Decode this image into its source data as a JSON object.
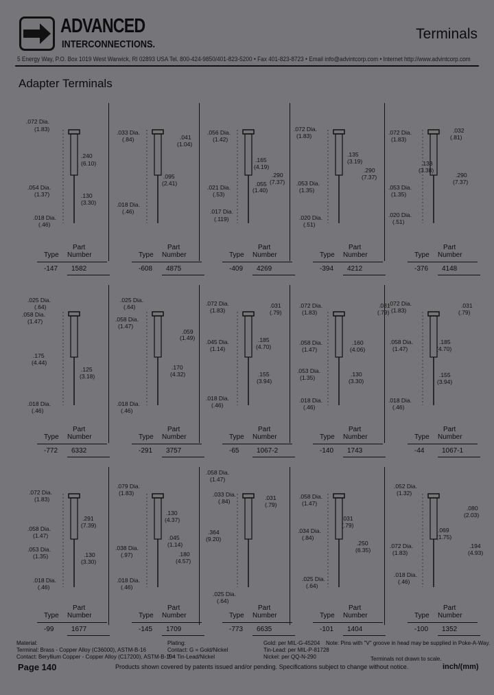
{
  "header": {
    "brand_line1": "ADVANCED",
    "brand_line2": "INTERCONNECTIONS.",
    "title": "Terminals",
    "address": "5 Energy Way, P.O. Box 1019  West Warwick, RI 02893 USA   Tel. 800-424-9850/401-823-5200 • Fax 401-823-8723 • Email info@advintcorp.com • Internet http://www.advintcorp.com"
  },
  "section_title": "Adapter Terminals",
  "table_headers": {
    "type": "Type",
    "part_1": "Part",
    "part_2": "Number"
  },
  "terminals": [
    {
      "type": "-147",
      "part": "1582",
      "labels": [
        ".072 Dia.",
        "(1.83)",
        ".240",
        "(6.10)",
        ".054 Dia.",
        "(1.37)",
        ".130",
        "(3.30)",
        ".018 Dia.",
        "(.46)"
      ]
    },
    {
      "type": "-608",
      "part": "4875",
      "labels": [
        ".033 Dia.",
        "(.84)",
        ".041",
        "(1.04)",
        ".095",
        "(2.41)",
        ".018 Dia.",
        "(.46)"
      ]
    },
    {
      "type": "-409",
      "part": "4269",
      "labels": [
        ".056 Dia.",
        "(1.42)",
        ".165",
        "(4.19)",
        ".290",
        "(7.37)",
        ".021 Dia.",
        "(.53)",
        ".055",
        "(1.40)",
        ".017 Dia.",
        "(.119)"
      ]
    },
    {
      "type": "-394",
      "part": "4212",
      "labels": [
        ".072 Dia.",
        "(1.83)",
        ".135",
        "(3.19)",
        ".290",
        "(7.37)",
        ".053 Dia.",
        "(1.35)",
        ".020 Dia.",
        "(.51)"
      ]
    },
    {
      "type": "-376",
      "part": "4148",
      "labels": [
        ".072 Dia.",
        "(1.83)",
        ".032",
        "(.81)",
        ".133",
        "(3.38)",
        ".290",
        "(7.37)",
        ".053 Dia.",
        "(1.35)",
        ".020 Dia.",
        "(.51)"
      ]
    },
    {
      "type": "-772",
      "part": "6332",
      "labels": [
        ".025 Dia.",
        "(.64)",
        ".058 Dia.",
        "(1.47)",
        ".175",
        "(4.44)",
        ".125",
        "(3.18)",
        ".018 Dia.",
        "(.46)"
      ]
    },
    {
      "type": "-291",
      "part": "3757",
      "labels": [
        ".025 Dia.",
        "(.64)",
        ".058 Dia.",
        "(1.47)",
        ".059",
        "(1.49)",
        ".170",
        "(4.32)",
        ".018 Dia.",
        "(.46)"
      ]
    },
    {
      "type": "-65",
      "part": "1067-2",
      "labels": [
        ".072 Dia.",
        "(1.83)",
        ".031",
        "(.79)",
        ".045 Dia.",
        "(1.14)",
        ".185",
        "(4.70)",
        ".155",
        "(3.94)",
        ".018 Dia.",
        "(.46)"
      ]
    },
    {
      "type": "-140",
      "part": "1743",
      "labels": [
        ".072 Dia.",
        "(1.83)",
        ".031",
        "(.79)",
        ".058 Dia.",
        "(1.47)",
        ".160",
        "(4.06)",
        ".053 Dia.",
        "(1.35)",
        ".130",
        "(3.30)",
        ".018 Dia.",
        "(.46)"
      ]
    },
    {
      "type": "-44",
      "part": "1067-1",
      "labels": [
        ".072 Dia.",
        "(1.83)",
        ".031",
        "(.79)",
        ".058 Dia.",
        "(1.47)",
        ".185",
        "(4.70)",
        ".155",
        "(3.94)",
        ".018 Dia.",
        "(.46)"
      ]
    },
    {
      "type": "-99",
      "part": "1677",
      "labels": [
        ".072 Dia.",
        "(1.83)",
        ".291",
        "(7.39)",
        ".058 Dia.",
        "(1.47)",
        ".053 Dia.",
        "(1.35)",
        ".130",
        "(3.30)",
        ".018 Dia.",
        "(.46)"
      ]
    },
    {
      "type": "-145",
      "part": "1709",
      "labels": [
        ".079 Dia.",
        "(1.83)",
        ".130",
        "(4.37)",
        ".038 Dia.",
        "(.97)",
        ".045",
        "(1.14)",
        ".180",
        "(4.57)",
        ".018 Dia.",
        "(.46)"
      ]
    },
    {
      "type": "-773",
      "part": "6635",
      "labels": [
        ".058 Dia.",
        "(1.47)",
        ".033 Dia.",
        "(.84)",
        ".031",
        "(.79)",
        ".364",
        "(9.20)",
        ".025 Dia.",
        "(.64)"
      ]
    },
    {
      "type": "-101",
      "part": "1404",
      "labels": [
        ".058 Dia.",
        "(1.47)",
        ".034 Dia.",
        "(.84)",
        ".031",
        "(.79)",
        ".250",
        "(6.35)",
        ".025 Dia.",
        "(.64)"
      ]
    },
    {
      "type": "-100",
      "part": "1352",
      "labels": [
        ".052 Dia.",
        "(1.32)",
        ".080",
        "(2.03)",
        ".069",
        "(1.75)",
        ".072 Dia.",
        "(1.83)",
        ".194",
        "(4.93)",
        ".018 Dia.",
        "(.46)"
      ]
    }
  ],
  "footer": {
    "materials": [
      "Material:",
      "Terminal: Brass - Copper Alloy (C36000), ASTM-B-16",
      "Contact: Beryllium Copper - Copper Alloy (C17200), ASTM-B-194"
    ],
    "plating": [
      "Plating:",
      "Contact: G = Gold/Nickel",
      "T = Tin-Lead/Nickel"
    ],
    "specs": [
      "Gold: per MIL-G-45204",
      "Tin-Lead: per MIL-P-81728",
      "Nickel: per QQ-N-290"
    ],
    "note_poke": "Note: Pins with \"V\" groove in head may be supplied in Poke-A-Way.",
    "note_scale": "Terminals not drawn to scale.",
    "page": "Page 140",
    "disclaimer": "Products shown covered by patents issued and/or pending. Specifications subject to change without notice.",
    "units": "inch/(mm)"
  }
}
